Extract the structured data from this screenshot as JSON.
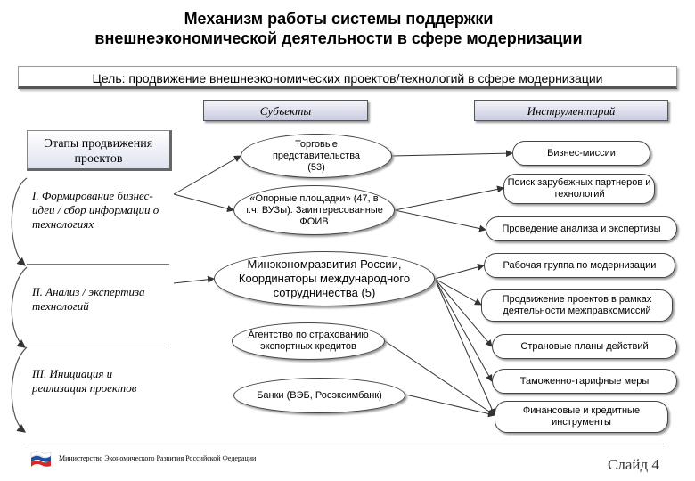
{
  "title_line1": "Механизм работы системы поддержки",
  "title_line2": "внешнеэкономической деятельности в сфере модернизации",
  "goal": "Цель: продвижение внешнеэкономических проектов/технологий в сфере модернизации",
  "headers": {
    "subjects": "Субъекты",
    "tools": "Инструментарий"
  },
  "stages": {
    "header": "Этапы продвижения проектов",
    "items": [
      "I. Формирование бизнес-идеи / сбор информации о технологиях",
      "II. Анализ / экспертиза технологий",
      "III. Инициация и реализация проектов"
    ]
  },
  "subjects": [
    {
      "label": "Торговые представительства (53)"
    },
    {
      "label": "«Опорные площадки» (47, в т.ч. ВУЗы). Заинтересованные ФОИВ"
    },
    {
      "label": "Минэкономразвития России, Координаторы международного сотрудничества (5)"
    },
    {
      "label": "Агентство по страхованию экспортных кредитов"
    },
    {
      "label": "Банки (ВЭБ, Росэксимбанк)"
    }
  ],
  "tools": [
    {
      "label": "Бизнес-миссии"
    },
    {
      "label": "Поиск зарубежных партнеров и технологий"
    },
    {
      "label": "Проведение анализа и экспертизы"
    },
    {
      "label": "Рабочая группа по модернизации"
    },
    {
      "label": "Продвижение проектов в рамках деятельности межправкомиссий"
    },
    {
      "label": "Страновые планы действий"
    },
    {
      "label": "Таможенно-тарифные меры"
    },
    {
      "label": "Финансовые и кредитные инструменты"
    }
  ],
  "footer": {
    "ministry": "Министерство Экономического Развития Российской Федерации",
    "slide": "Слайд 4"
  },
  "colors": {
    "header_fill": "#c9cbe0",
    "logo_blue": "#1f4fa0",
    "logo_red": "#d22a2a"
  }
}
